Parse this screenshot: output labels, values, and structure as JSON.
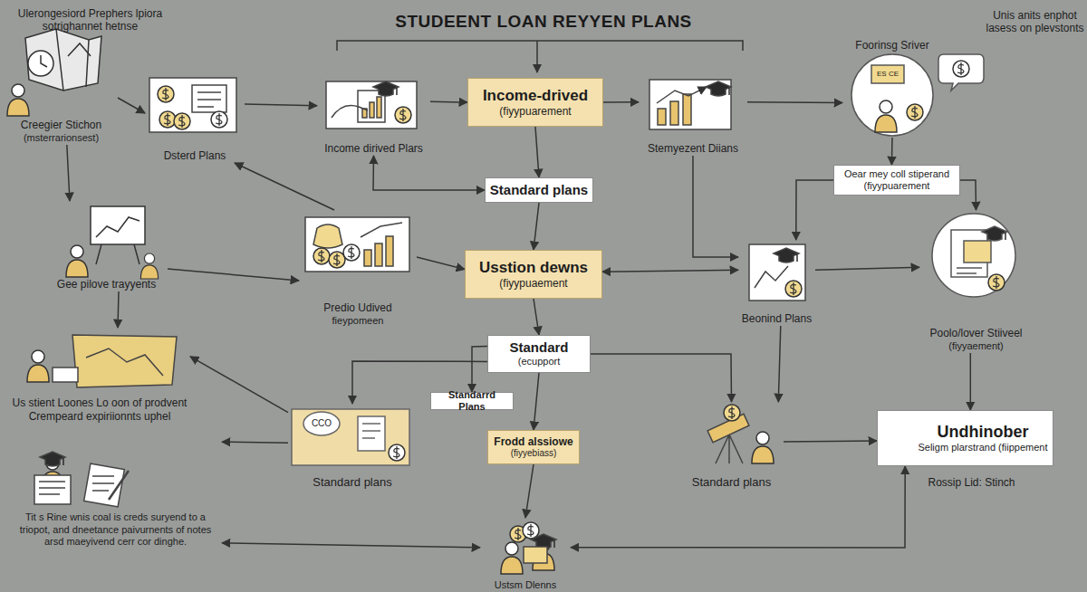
{
  "diagram": {
    "title": "STUDEENT LOAN REYYEN PLANS",
    "nodes": [
      {
        "text": [
          "Creegier Stichon",
          "(msterrarionsest)"
        ]
      },
      {
        "text": [
          "Dsterd Plans"
        ]
      },
      {
        "text": [
          "Income dirived Plars"
        ]
      },
      {
        "text": [
          "Income-drived",
          "(fiyypuarement"
        ]
      },
      {
        "text": [
          "Stemyezent Diians"
        ]
      },
      {
        "text": [
          "Foorinsg Sriver"
        ]
      },
      {
        "text": [
          "Standard plans"
        ]
      },
      {
        "text": [
          "Oear mey coll stiperand",
          "(fiyypuarement"
        ]
      },
      {
        "text": [
          "Gee pilove trayyents"
        ]
      },
      {
        "text": [
          "Predio Udived",
          "fieypomeen"
        ]
      },
      {
        "text": [
          "Usstion dewns",
          "(fiyypuaement"
        ]
      },
      {
        "text": [
          "Beonind Plans"
        ]
      },
      {
        "text": [
          "Poolo/lover Stiiveel",
          "(fiyyaement)"
        ]
      },
      {
        "text": [
          "Standard",
          "(ecupport"
        ]
      },
      {
        "text": [
          "Us stient Loones Lo oon of prodvent Crempeard expiriionnts uphel"
        ]
      },
      {
        "text": [
          "Standarrd Plans"
        ]
      },
      {
        "text": [
          "Standard plans"
        ]
      },
      {
        "text": [
          "Frodd alssiowe",
          "(fiyyebiass)"
        ]
      },
      {
        "text": [
          "Standard plans"
        ]
      },
      {
        "text": [
          "Undhinober",
          "Seligm plarstrand (fiippement"
        ]
      },
      {
        "text": [
          "Tit s Rine wnis coal is creds suryend to a triopot, and dneetance paivurnents of notes arsd maeyivend cerr cor dinghe."
        ]
      },
      {
        "text": [
          "Ustsm Dlenns"
        ]
      }
    ],
    "edges": [
      {
        "from": 0,
        "to": 1,
        "arrow": "to"
      },
      {
        "from": 1,
        "to": 2,
        "arrow": "to"
      },
      {
        "from": 2,
        "to": 3,
        "arrow": "to"
      },
      {
        "from": 3,
        "to": 4,
        "arrow": "to"
      },
      {
        "from": 4,
        "to": 5,
        "arrow": "to"
      },
      {
        "from": 3,
        "to": 6,
        "arrow": "to"
      },
      {
        "from": 6,
        "to": 10,
        "arrow": "to"
      },
      {
        "from": 10,
        "to": 13,
        "arrow": "to"
      },
      {
        "from": 13,
        "to": 17,
        "arrow": "to"
      },
      {
        "from": 17,
        "to": 21,
        "arrow": "to"
      },
      {
        "from": 13,
        "to": 15,
        "arrow": "to"
      },
      {
        "from": 13,
        "to": 16,
        "arrow": "to"
      },
      {
        "from": 13,
        "to": 18,
        "arrow": "to"
      },
      {
        "from": 10,
        "to": 11,
        "arrow": "both"
      },
      {
        "from": 8,
        "to": 9,
        "arrow": "to"
      },
      {
        "from": 9,
        "to": 1,
        "arrow": "to"
      },
      {
        "from": 2,
        "to": 6,
        "arrow": "both"
      },
      {
        "from": 4,
        "to": 11,
        "arrow": "to"
      },
      {
        "from": 7,
        "to": 11,
        "arrow": "to"
      },
      {
        "from": 7,
        "to": 12,
        "arrow": "to"
      },
      {
        "from": 5,
        "to": 7,
        "arrow": "to"
      },
      {
        "from": 11,
        "to": 12,
        "arrow": "to"
      },
      {
        "from": 11,
        "to": 18,
        "arrow": "to"
      },
      {
        "from": 12,
        "to": 19,
        "arrow": "to"
      },
      {
        "from": 18,
        "to": 19,
        "arrow": "to"
      },
      {
        "from": 16,
        "to": 14,
        "arrow": "to"
      },
      {
        "from": 8,
        "to": 14,
        "arrow": "to"
      },
      {
        "from": 0,
        "to": 8,
        "arrow": "to"
      },
      {
        "from": 16,
        "to": 20,
        "arrow": "to"
      },
      {
        "from": 20,
        "to": 21,
        "arrow": "both"
      },
      {
        "from": 21,
        "to": 19,
        "arrow": "both"
      },
      {
        "from": 9,
        "to": 10,
        "arrow": "to"
      }
    ],
    "labels": [
      "Ulerongesiord Prephers lpiora sotrighannet hetnse",
      "Unis anits enphot lasess on plevstonts",
      "Rossip Lid: Stinch",
      "ES CE",
      "CCO"
    ]
  }
}
